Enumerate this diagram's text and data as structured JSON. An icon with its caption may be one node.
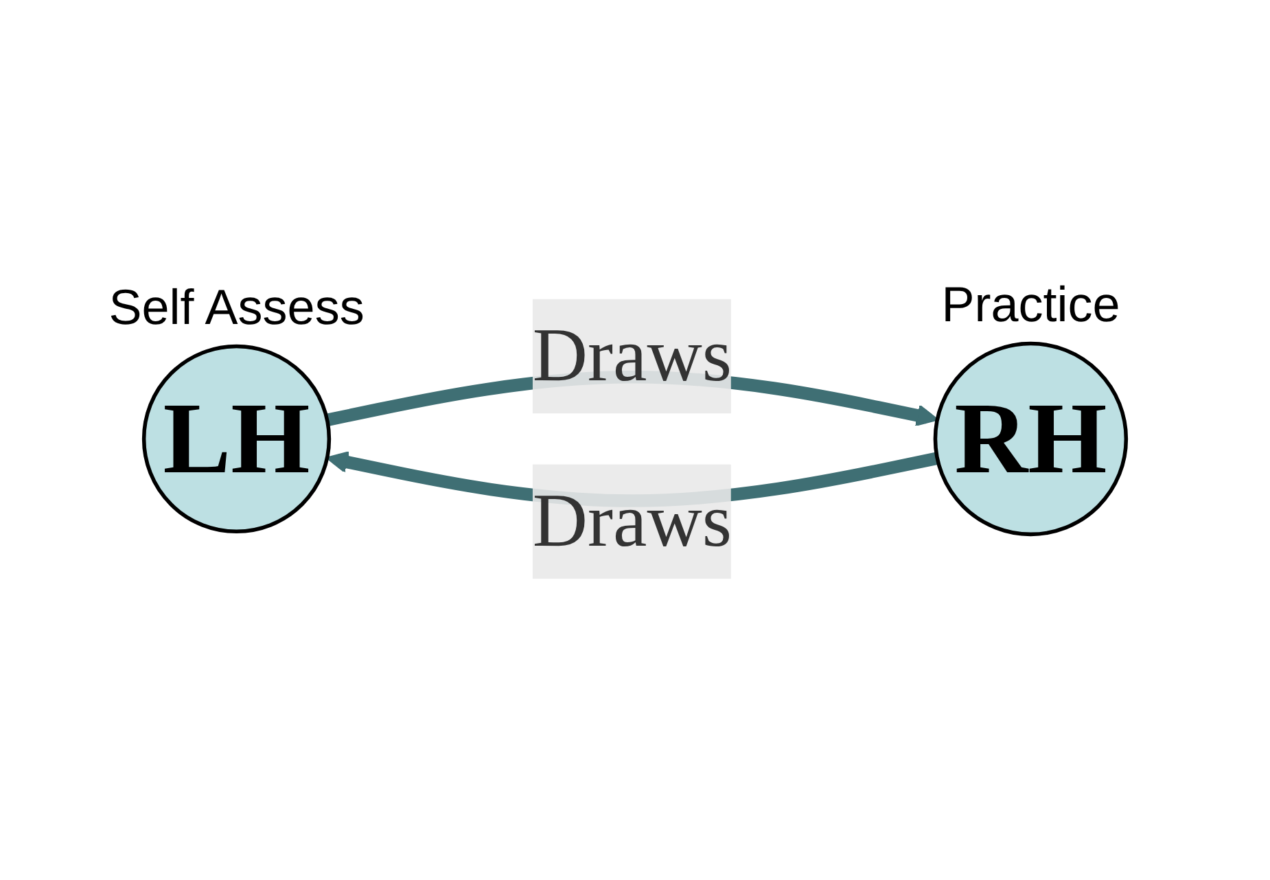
{
  "diagram": {
    "nodes": [
      {
        "text": [
          "LH"
        ],
        "beside": [
          "Self Assess"
        ]
      },
      {
        "text": [
          "RH"
        ],
        "beside": [
          "Practice"
        ]
      }
    ],
    "edges": [
      {
        "from": 0,
        "to": 1,
        "arrow": "to",
        "label": "Draws"
      },
      {
        "from": 1,
        "to": 0,
        "arrow": "to",
        "label": "Draws"
      }
    ]
  }
}
